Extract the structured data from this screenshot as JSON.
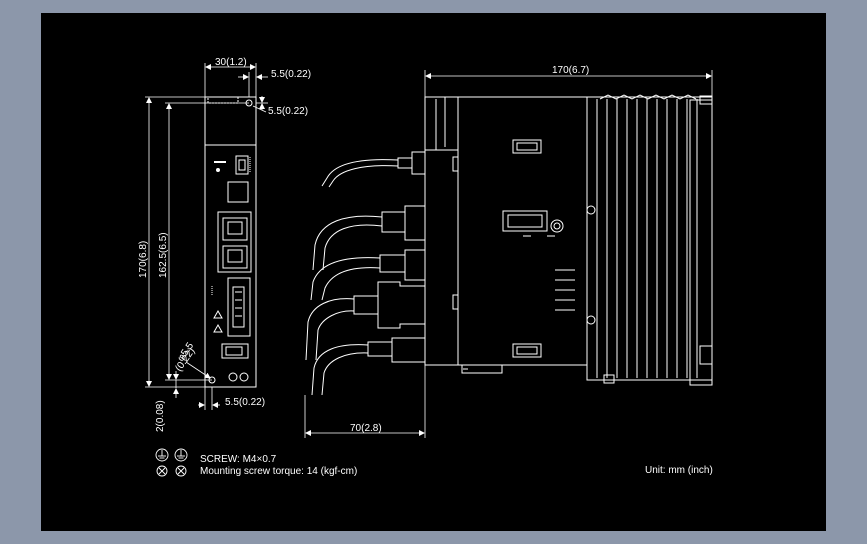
{
  "colors": {
    "window_bg": "#8c97aa",
    "sheet_bg": "#000000",
    "lines": "#ffffff"
  },
  "dimensions": {
    "front_width": "30(1.2)",
    "offset_top_right": "5.5(0.22)",
    "hole_offset": "5.5(0.22)",
    "overall_height": "170(6.8)",
    "hole_pitch": "162.5(6.5)",
    "hole_diameter": "φ5.5",
    "hole_diameter_inch": "(0.22)",
    "bottom_margin": "2(0.08)",
    "bottom_offset": "5.5(0.22)",
    "side_depth": "170(6.7)",
    "cable_clearance": "70(2.8)"
  },
  "notes": {
    "screw_line": "SCREW: M4×0.7",
    "torque_line": "Mounting screw torque: 14 (kgf-cm)",
    "unit": "Unit: mm (inch)"
  }
}
